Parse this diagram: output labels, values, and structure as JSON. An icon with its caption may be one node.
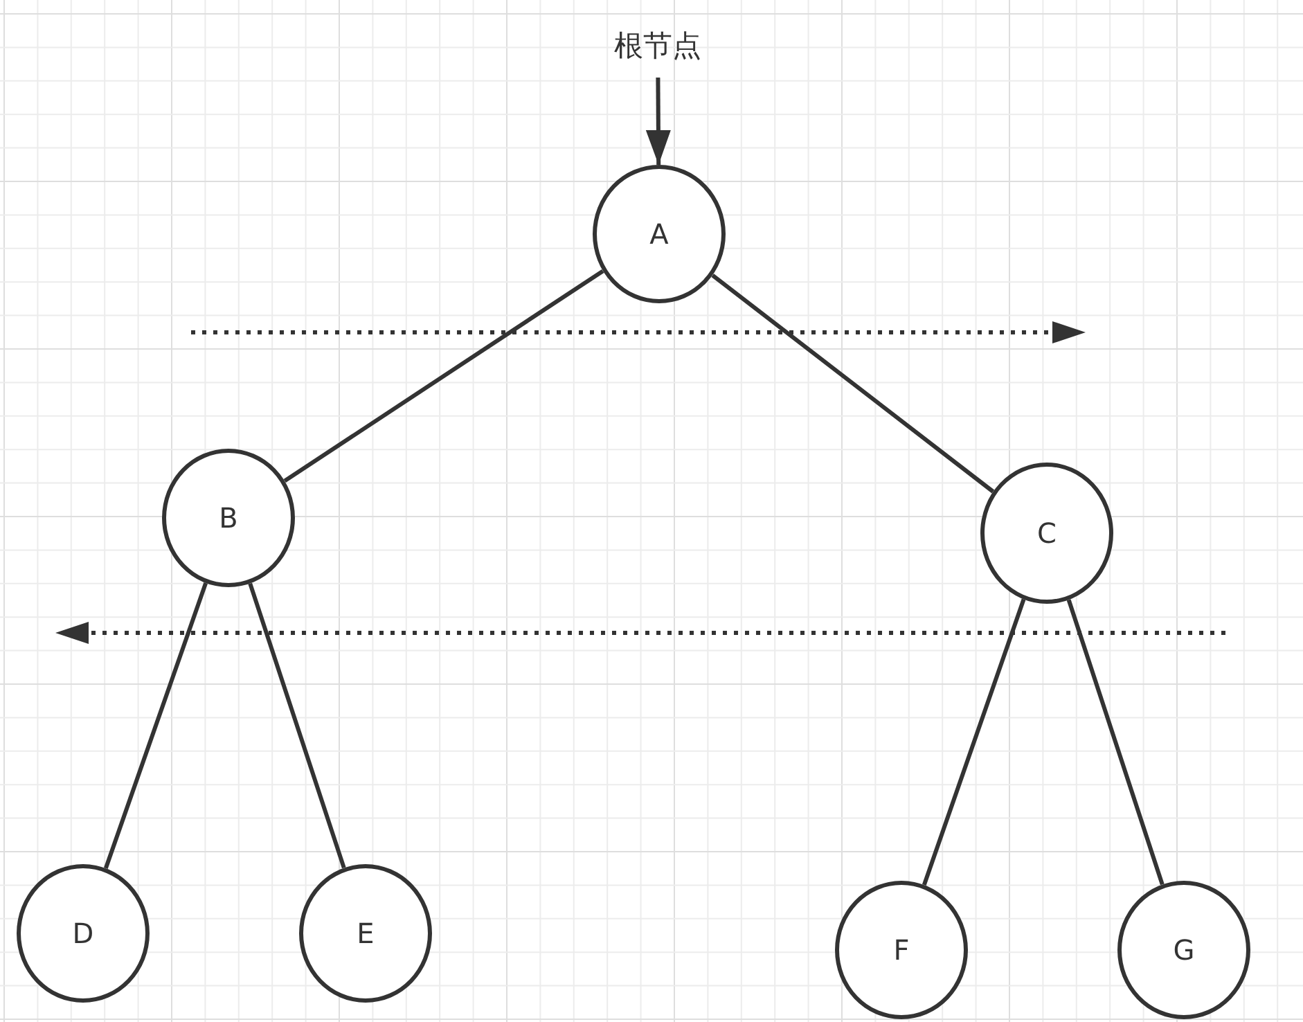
{
  "diagram": {
    "nodes": [
      {
        "text": [
          "根节点"
        ]
      },
      {
        "text": [
          "A"
        ]
      },
      {
        "text": [
          "B"
        ]
      },
      {
        "text": [
          "C"
        ]
      },
      {
        "text": [
          "D"
        ]
      },
      {
        "text": [
          "E"
        ]
      },
      {
        "text": [
          "F"
        ]
      },
      {
        "text": [
          "G"
        ]
      }
    ],
    "edges": [
      {
        "from": 0,
        "to": 1,
        "arrow": "to"
      },
      {
        "from": 1,
        "to": 2,
        "arrow": "none"
      },
      {
        "from": 1,
        "to": 3,
        "arrow": "none"
      },
      {
        "from": 2,
        "to": 4,
        "arrow": "none"
      },
      {
        "from": 2,
        "to": 5,
        "arrow": "none"
      },
      {
        "from": 3,
        "to": 6,
        "arrow": "none"
      },
      {
        "from": 3,
        "to": 7,
        "arrow": "none"
      }
    ]
  }
}
